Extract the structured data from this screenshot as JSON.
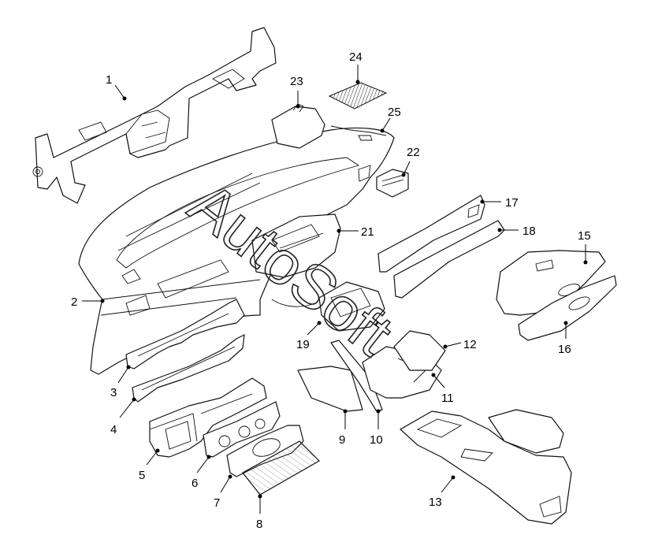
{
  "watermark": "AutoSoft",
  "callouts": [
    {
      "id": "c1",
      "label": "1"
    },
    {
      "id": "c2",
      "label": "2"
    },
    {
      "id": "c3",
      "label": "3"
    },
    {
      "id": "c4",
      "label": "4"
    },
    {
      "id": "c5",
      "label": "5"
    },
    {
      "id": "c6",
      "label": "6"
    },
    {
      "id": "c7",
      "label": "7"
    },
    {
      "id": "c8",
      "label": "8"
    },
    {
      "id": "c9",
      "label": "9"
    },
    {
      "id": "c10",
      "label": "10"
    },
    {
      "id": "c11",
      "label": "11"
    },
    {
      "id": "c12",
      "label": "12"
    },
    {
      "id": "c13",
      "label": "13"
    },
    {
      "id": "c15",
      "label": "15"
    },
    {
      "id": "c16",
      "label": "16"
    },
    {
      "id": "c17",
      "label": "17"
    },
    {
      "id": "c18",
      "label": "18"
    },
    {
      "id": "c19",
      "label": "19"
    },
    {
      "id": "c21",
      "label": "21"
    },
    {
      "id": "c22",
      "label": "22"
    },
    {
      "id": "c23",
      "label": "23"
    },
    {
      "id": "c24",
      "label": "24"
    },
    {
      "id": "c25",
      "label": "25"
    }
  ]
}
